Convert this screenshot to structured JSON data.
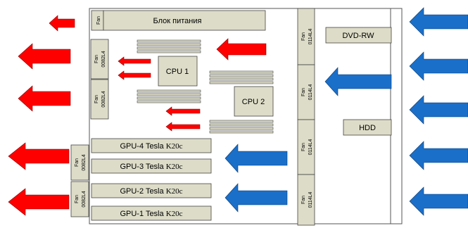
{
  "psu": {
    "fan_label": "Fan",
    "title": "Блок питания"
  },
  "cpus": [
    {
      "label": "CPU 1"
    },
    {
      "label": "CPU 2"
    }
  ],
  "left_fans": [
    {
      "line1": "Fan",
      "line2": "0082L4"
    },
    {
      "line1": "Fan",
      "line2": "0082L4"
    },
    {
      "line1": "Fan",
      "line2": "0082L4"
    },
    {
      "line1": "Fan",
      "line2": "0082L4"
    }
  ],
  "middle_fans": [
    {
      "line1": "Fan",
      "line2": "0114L4"
    },
    {
      "line1": "Fan",
      "line2": "0114L4"
    },
    {
      "line1": "Fan",
      "line2": "0114L4"
    },
    {
      "line1": "Fan",
      "line2": "0114L4"
    }
  ],
  "gpus": [
    {
      "name": "GPU-4 Tesla",
      "model": "K20c"
    },
    {
      "name": "GPU-3 Tesla",
      "model": "K20c"
    },
    {
      "name": "GPU-2 Tesla",
      "model": "K20c"
    },
    {
      "name": "GPU-1 Tesla",
      "model": "K20c"
    }
  ],
  "drives": {
    "optical": "DVD-RW",
    "hdd": "HDD"
  },
  "colors": {
    "hot_air": "#ff0000",
    "cold_air": "#1a6fc9",
    "component_fill": "#dddcc8",
    "outline": "#444444"
  }
}
